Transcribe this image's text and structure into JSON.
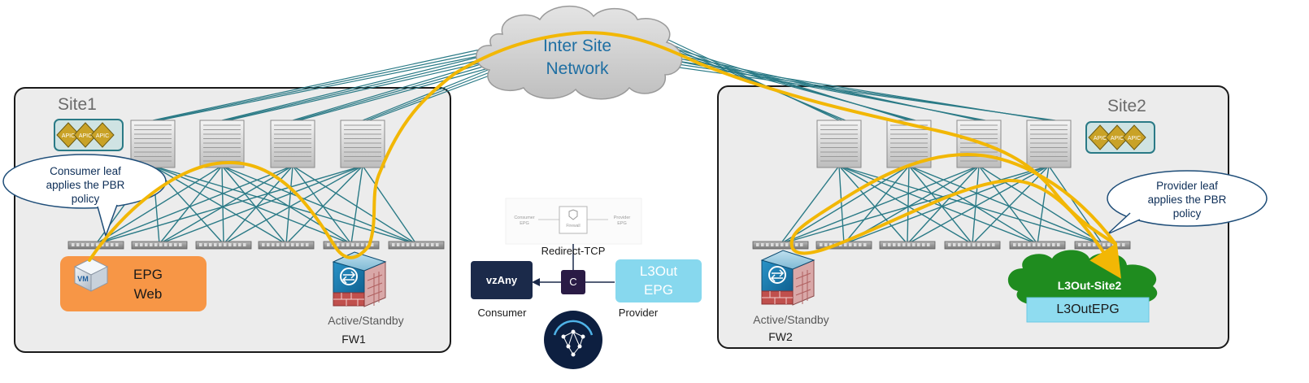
{
  "network": {
    "cloud_line1": "Inter Site",
    "cloud_line2": "Network"
  },
  "site1": {
    "label": "Site1",
    "apic_labels": [
      "APIC",
      "APIC",
      "APIC"
    ],
    "callout_line1": "Consumer leaf",
    "callout_line2": "applies the PBR",
    "callout_line3": "policy",
    "epg_line1": "EPG",
    "epg_line2": "Web",
    "vm_label": "VM",
    "fw_state": "Active/Standby",
    "fw_name": "FW1"
  },
  "site2": {
    "label": "Site2",
    "apic_labels": [
      "APIC",
      "APIC",
      "APIC"
    ],
    "callout_line1": "Provider leaf",
    "callout_line2": "applies the PBR",
    "callout_line3": "policy",
    "fw_state": "Active/Standby",
    "fw_name": "FW2",
    "l3out_cloud_label": "L3Out-Site2",
    "l3out_epg_label": "L3OutEPG"
  },
  "contract": {
    "graph_consumer_line1": "Consumer",
    "graph_consumer_line2": "EPG",
    "graph_firewall": "Firewall",
    "graph_provider_line1": "Provider",
    "graph_provider_line2": "EPG",
    "service_graph_name": "Redirect-TCP",
    "consumer_box": "vzAny",
    "contract_symbol": "C",
    "provider_line1": "L3Out",
    "provider_line2": "EPG",
    "consumer_role": "Consumer",
    "provider_role": "Provider"
  },
  "colors": {
    "traffic_path": "#f2b705",
    "link": "#2a7a86",
    "consumer_box": "#1b2a4a",
    "provider_box": "#87d8ee",
    "epg_web": "#f79646",
    "l3out_cloud": "#1f8c1f",
    "l3out_epg": "#8fdcf0"
  }
}
